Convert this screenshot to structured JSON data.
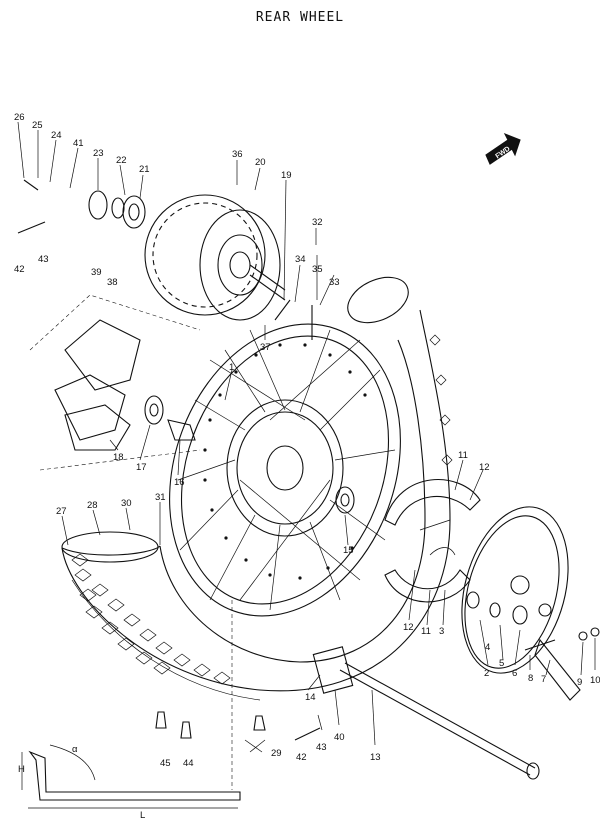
{
  "title": "REAR WHEEL",
  "fwd_badge": "FWD",
  "callouts": {
    "c1": "1",
    "c2": "2",
    "c3": "3",
    "c4": "4",
    "c5": "5",
    "c6": "6",
    "c7": "7",
    "c8": "8",
    "c9": "9",
    "c10": "10",
    "c11a": "11",
    "c11b": "11",
    "c12a": "12",
    "c12b": "12",
    "c13": "13",
    "c14": "14",
    "c15": "15",
    "c16": "16",
    "c17": "17",
    "c18": "18",
    "c19": "19",
    "c20": "20",
    "c21": "21",
    "c22": "22",
    "c23": "23",
    "c24": "24",
    "c25": "25",
    "c26": "26",
    "c27": "27",
    "c28": "28",
    "c29": "29",
    "c30": "30",
    "c31": "31",
    "c32": "32",
    "c33": "33",
    "c34": "34",
    "c35": "35",
    "c36": "36",
    "c37": "37",
    "c38": "38",
    "c39": "39",
    "c40": "40",
    "c41": "41",
    "c42a": "42",
    "c42b": "42",
    "c43a": "43",
    "c43b": "43",
    "c44": "44",
    "c45": "45"
  },
  "dimension_labels": {
    "H": "H",
    "L": "L",
    "alpha": "α"
  }
}
